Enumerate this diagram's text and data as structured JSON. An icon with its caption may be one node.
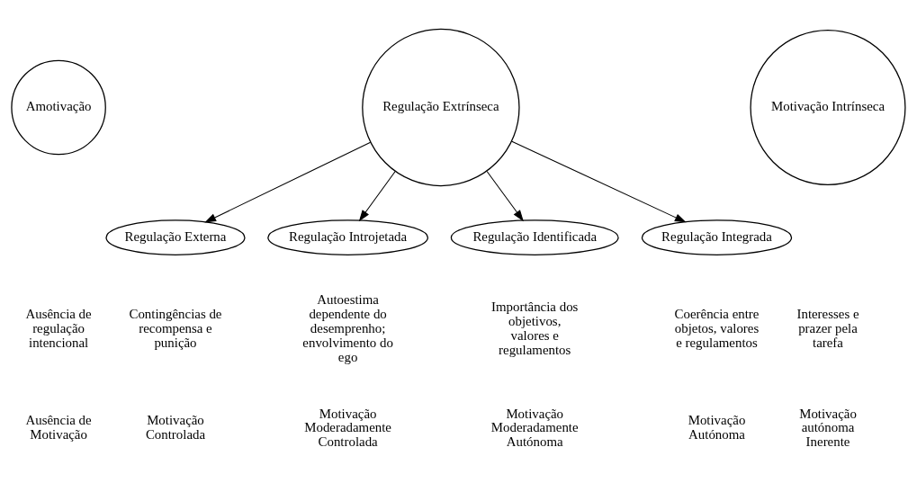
{
  "diagram": {
    "nodes": [
      {
        "text": [
          "Amotivação"
        ]
      },
      {
        "text": [
          "Regulação Extrínseca"
        ]
      },
      {
        "text": [
          "Motivação Intrínseca"
        ]
      },
      {
        "text": [
          "Regulação Externa"
        ]
      },
      {
        "text": [
          "Regulação Introjetada"
        ]
      },
      {
        "text": [
          "Regulação Identificada"
        ]
      },
      {
        "text": [
          "Regulação Integrada"
        ]
      }
    ],
    "edges": [
      {
        "from": 1,
        "to": 3,
        "arrow": "to"
      },
      {
        "from": 1,
        "to": 4,
        "arrow": "to"
      },
      {
        "from": 1,
        "to": 5,
        "arrow": "to"
      },
      {
        "from": 1,
        "to": 6,
        "arrow": "to"
      }
    ],
    "labels": [
      "Ausência de regulação intencional",
      "Contingências de recompensa e punição",
      "Autoestima dependente do desemprenho; envolvimento do ego",
      "Importância dos objetivos, valores e regulamentos",
      "Coerência entre objetos, valores e regulamentos",
      "Interesses e prazer pela tarefa",
      "Ausência de Motivação",
      "Motivação Controlada",
      "Motivação Moderadamente Controlada",
      "Motivação Moderadamente Autónoma",
      "Motivação Autónoma",
      "Motivação autónoma Inerente"
    ]
  }
}
